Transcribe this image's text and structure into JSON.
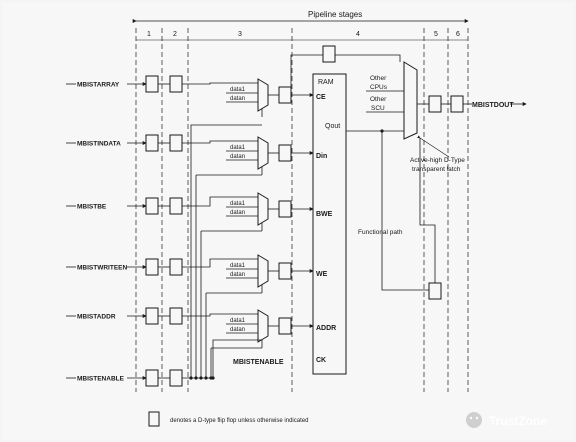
{
  "header": {
    "title": "Pipeline stages"
  },
  "stages": [
    "1",
    "2",
    "3",
    "4",
    "5",
    "6"
  ],
  "inputs": [
    "MBISTARRAY",
    "MBISTINDATA",
    "MBISTBE",
    "MBISTWRITEEN",
    "MBISTADDR",
    "MBISTENABLE"
  ],
  "mux_inputs": {
    "first": "data1",
    "last": "datan"
  },
  "ram": {
    "title": "RAM",
    "ports": [
      "CE",
      "Din",
      "BWE",
      "WE",
      "ADDR",
      "CK"
    ],
    "output": "Qout"
  },
  "enable_label": "MBISTENABLE",
  "other_sources": [
    "Other",
    "CPUs",
    "Other",
    "SCU"
  ],
  "output": "MBISTDOUT",
  "latch_note": [
    "Active-high D-Type",
    "transparent latch"
  ],
  "functional_path": "Functional path",
  "legend": "denotes a D-type flip flop unless otherwise indicated",
  "watermark": {
    "brand": "TrustZone"
  },
  "colors": {
    "line": "#1a1a1a",
    "background": "#f7f7f7"
  }
}
